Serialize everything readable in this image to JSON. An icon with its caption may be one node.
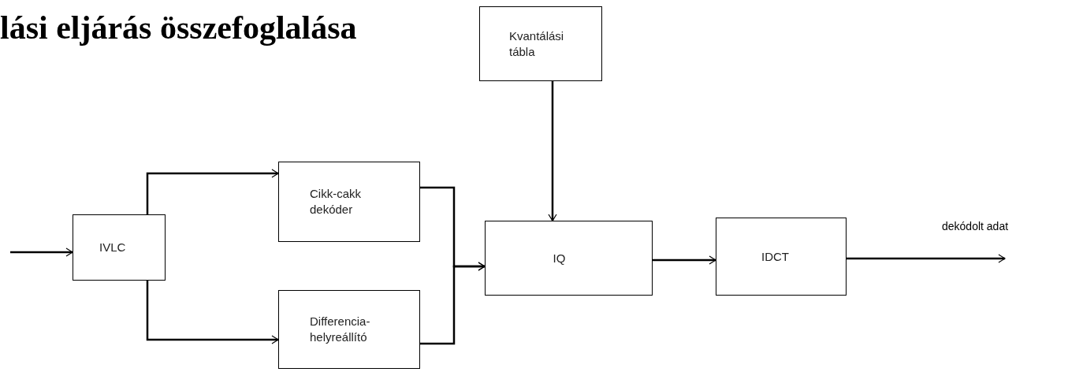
{
  "diagram": {
    "title": "lási eljárás összefoglalása",
    "nodes": [
      {
        "text": [
          "Kvantálási tábla"
        ]
      },
      {
        "text": [
          "IVLC"
        ]
      },
      {
        "text": [
          "Cikk-cakk dekóder"
        ]
      },
      {
        "text": [
          "Differencia- helyreállító"
        ]
      },
      {
        "text": [
          "IQ"
        ]
      },
      {
        "text": [
          "IDCT"
        ]
      }
    ],
    "edges": [
      {
        "from": null,
        "to": 1,
        "arrow": "to"
      },
      {
        "from": 1,
        "to": 2,
        "arrow": "to"
      },
      {
        "from": 1,
        "to": 3,
        "arrow": "to"
      },
      {
        "from": 2,
        "to": 4,
        "arrow": "to"
      },
      {
        "from": 3,
        "to": 4,
        "arrow": "to"
      },
      {
        "from": 0,
        "to": 4,
        "arrow": "to"
      },
      {
        "from": 4,
        "to": 5,
        "arrow": "to"
      },
      {
        "from": 5,
        "to": null,
        "arrow": "to",
        "label": "dekódolt adat"
      }
    ]
  }
}
